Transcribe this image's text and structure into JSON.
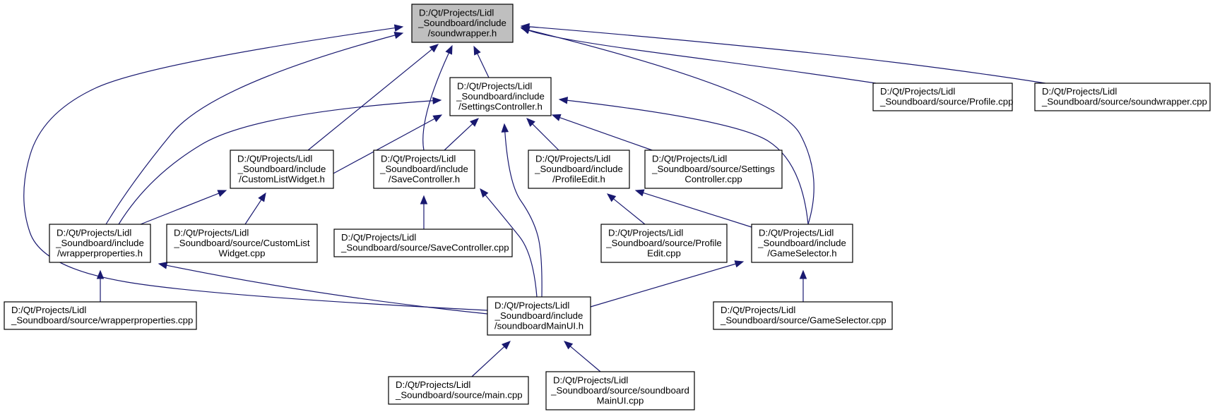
{
  "nodes": [
    {
      "id": "soundwrapper_h",
      "lines": [
        "D:/Qt/Projects/Lidl",
        "_Soundboard/include",
        "/soundwrapper.h"
      ],
      "align": "center",
      "highlight": true
    },
    {
      "id": "settingscontroller_h",
      "lines": [
        "D:/Qt/Projects/Lidl",
        "_Soundboard/include",
        "/SettingsController.h"
      ],
      "align": "center"
    },
    {
      "id": "profile_cpp",
      "lines": [
        "D:/Qt/Projects/Lidl",
        "_Soundboard/source/Profile.cpp"
      ],
      "align": "left"
    },
    {
      "id": "soundwrapper_cpp",
      "lines": [
        "D:/Qt/Projects/Lidl",
        "_Soundboard/source/soundwrapper.cpp"
      ],
      "align": "left"
    },
    {
      "id": "customlistwidget_h",
      "lines": [
        "D:/Qt/Projects/Lidl",
        "_Soundboard/include",
        "/CustomListWidget.h"
      ],
      "align": "center"
    },
    {
      "id": "savecontroller_h",
      "lines": [
        "D:/Qt/Projects/Lidl",
        "_Soundboard/include",
        "/SaveController.h"
      ],
      "align": "center"
    },
    {
      "id": "profileedit_h",
      "lines": [
        "D:/Qt/Projects/Lidl",
        "_Soundboard/include",
        "/ProfileEdit.h"
      ],
      "align": "center"
    },
    {
      "id": "settingscontroller_cpp",
      "lines": [
        "D:/Qt/Projects/Lidl",
        "_Soundboard/source/Settings",
        "Controller.cpp"
      ],
      "align": "center"
    },
    {
      "id": "wrapperproperties_h",
      "lines": [
        "D:/Qt/Projects/Lidl",
        "_Soundboard/include",
        "/wrapperproperties.h"
      ],
      "align": "center"
    },
    {
      "id": "customlistwidget_cpp",
      "lines": [
        "D:/Qt/Projects/Lidl",
        "_Soundboard/source/CustomList",
        "Widget.cpp"
      ],
      "align": "center"
    },
    {
      "id": "savecontroller_cpp",
      "lines": [
        "D:/Qt/Projects/Lidl",
        "_Soundboard/source/SaveController.cpp"
      ],
      "align": "left"
    },
    {
      "id": "profileedit_cpp",
      "lines": [
        "D:/Qt/Projects/Lidl",
        "_Soundboard/source/Profile",
        "Edit.cpp"
      ],
      "align": "center"
    },
    {
      "id": "gameselector_h",
      "lines": [
        "D:/Qt/Projects/Lidl",
        "_Soundboard/include",
        "/GameSelector.h"
      ],
      "align": "center"
    },
    {
      "id": "wrapperproperties_cpp",
      "lines": [
        "D:/Qt/Projects/Lidl",
        "_Soundboard/source/wrapperproperties.cpp"
      ],
      "align": "left"
    },
    {
      "id": "soundboardmainui_h",
      "lines": [
        "D:/Qt/Projects/Lidl",
        "_Soundboard/include",
        "/soundboardMainUI.h"
      ],
      "align": "center"
    },
    {
      "id": "gameselector_cpp",
      "lines": [
        "D:/Qt/Projects/Lidl",
        "_Soundboard/source/GameSelector.cpp"
      ],
      "align": "left"
    },
    {
      "id": "main_cpp",
      "lines": [
        "D:/Qt/Projects/Lidl",
        "_Soundboard/source/main.cpp"
      ],
      "align": "left"
    },
    {
      "id": "soundboardmainui_cpp",
      "lines": [
        "D:/Qt/Projects/Lidl",
        "_Soundboard/source/soundboard",
        "MainUI.cpp"
      ],
      "align": "center"
    }
  ],
  "edges": [
    {
      "from": "settingscontroller_h",
      "to": "soundwrapper_h"
    },
    {
      "from": "profile_cpp",
      "to": "soundwrapper_h"
    },
    {
      "from": "soundwrapper_cpp",
      "to": "soundwrapper_h"
    },
    {
      "from": "customlistwidget_h",
      "to": "soundwrapper_h"
    },
    {
      "from": "savecontroller_h",
      "to": "soundwrapper_h"
    },
    {
      "from": "wrapperproperties_h",
      "to": "soundwrapper_h"
    },
    {
      "from": "gameselector_h",
      "to": "soundwrapper_h"
    },
    {
      "from": "soundboardmainui_h",
      "to": "soundwrapper_h"
    },
    {
      "from": "customlistwidget_h",
      "to": "settingscontroller_h"
    },
    {
      "from": "savecontroller_h",
      "to": "settingscontroller_h"
    },
    {
      "from": "profileedit_h",
      "to": "settingscontroller_h"
    },
    {
      "from": "settingscontroller_cpp",
      "to": "settingscontroller_h"
    },
    {
      "from": "wrapperproperties_h",
      "to": "settingscontroller_h"
    },
    {
      "from": "gameselector_h",
      "to": "settingscontroller_h"
    },
    {
      "from": "soundboardmainui_h",
      "to": "settingscontroller_h"
    },
    {
      "from": "wrapperproperties_h",
      "to": "customlistwidget_h"
    },
    {
      "from": "customlistwidget_cpp",
      "to": "customlistwidget_h"
    },
    {
      "from": "savecontroller_cpp",
      "to": "savecontroller_h"
    },
    {
      "from": "soundboardmainui_h",
      "to": "savecontroller_h"
    },
    {
      "from": "profileedit_cpp",
      "to": "profileedit_h"
    },
    {
      "from": "gameselector_h",
      "to": "profileedit_h"
    },
    {
      "from": "wrapperproperties_cpp",
      "to": "wrapperproperties_h"
    },
    {
      "from": "soundboardmainui_h",
      "to": "wrapperproperties_h"
    },
    {
      "from": "soundboardmainui_h",
      "to": "gameselector_h"
    },
    {
      "from": "gameselector_cpp",
      "to": "gameselector_h"
    },
    {
      "from": "main_cpp",
      "to": "soundboardmainui_h"
    },
    {
      "from": "soundboardmainui_cpp",
      "to": "soundboardmainui_h"
    }
  ],
  "colors": {
    "edge": "#191970",
    "node_fill": "#ffffff",
    "root_fill": "#bfbfbf",
    "border": "#000000"
  }
}
